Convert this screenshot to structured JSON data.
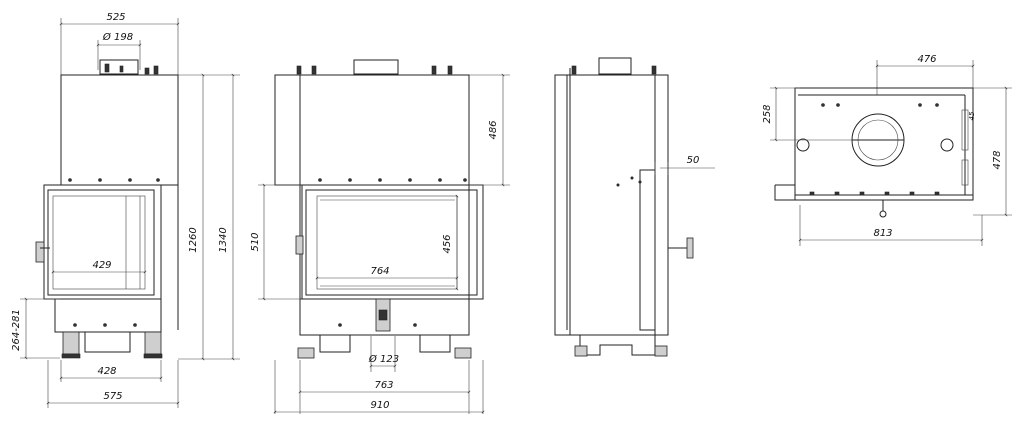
{
  "views": {
    "front_narrow": {
      "dim_top_width": "525",
      "dim_flue_diameter": "Ø 198",
      "dim_glass_width": "429",
      "dim_height_body": "1260",
      "dim_height_total": "1340",
      "dim_legs_range": "264-281",
      "dim_leg_span": "428",
      "dim_total_width": "575"
    },
    "front_wide": {
      "dim_top_height": "486",
      "dim_door_height": "510",
      "dim_glass_height": "456",
      "dim_glass_width": "764",
      "dim_air_inlet": "Ø 123",
      "dim_leg_span": "763",
      "dim_total_width": "910"
    },
    "side": {
      "dim_depth_step": "50"
    },
    "top": {
      "dim_width": "476",
      "dim_flue_offset": "258",
      "dim_depth": "478",
      "dim_total_width": "813",
      "dim_small_label": "45"
    }
  }
}
